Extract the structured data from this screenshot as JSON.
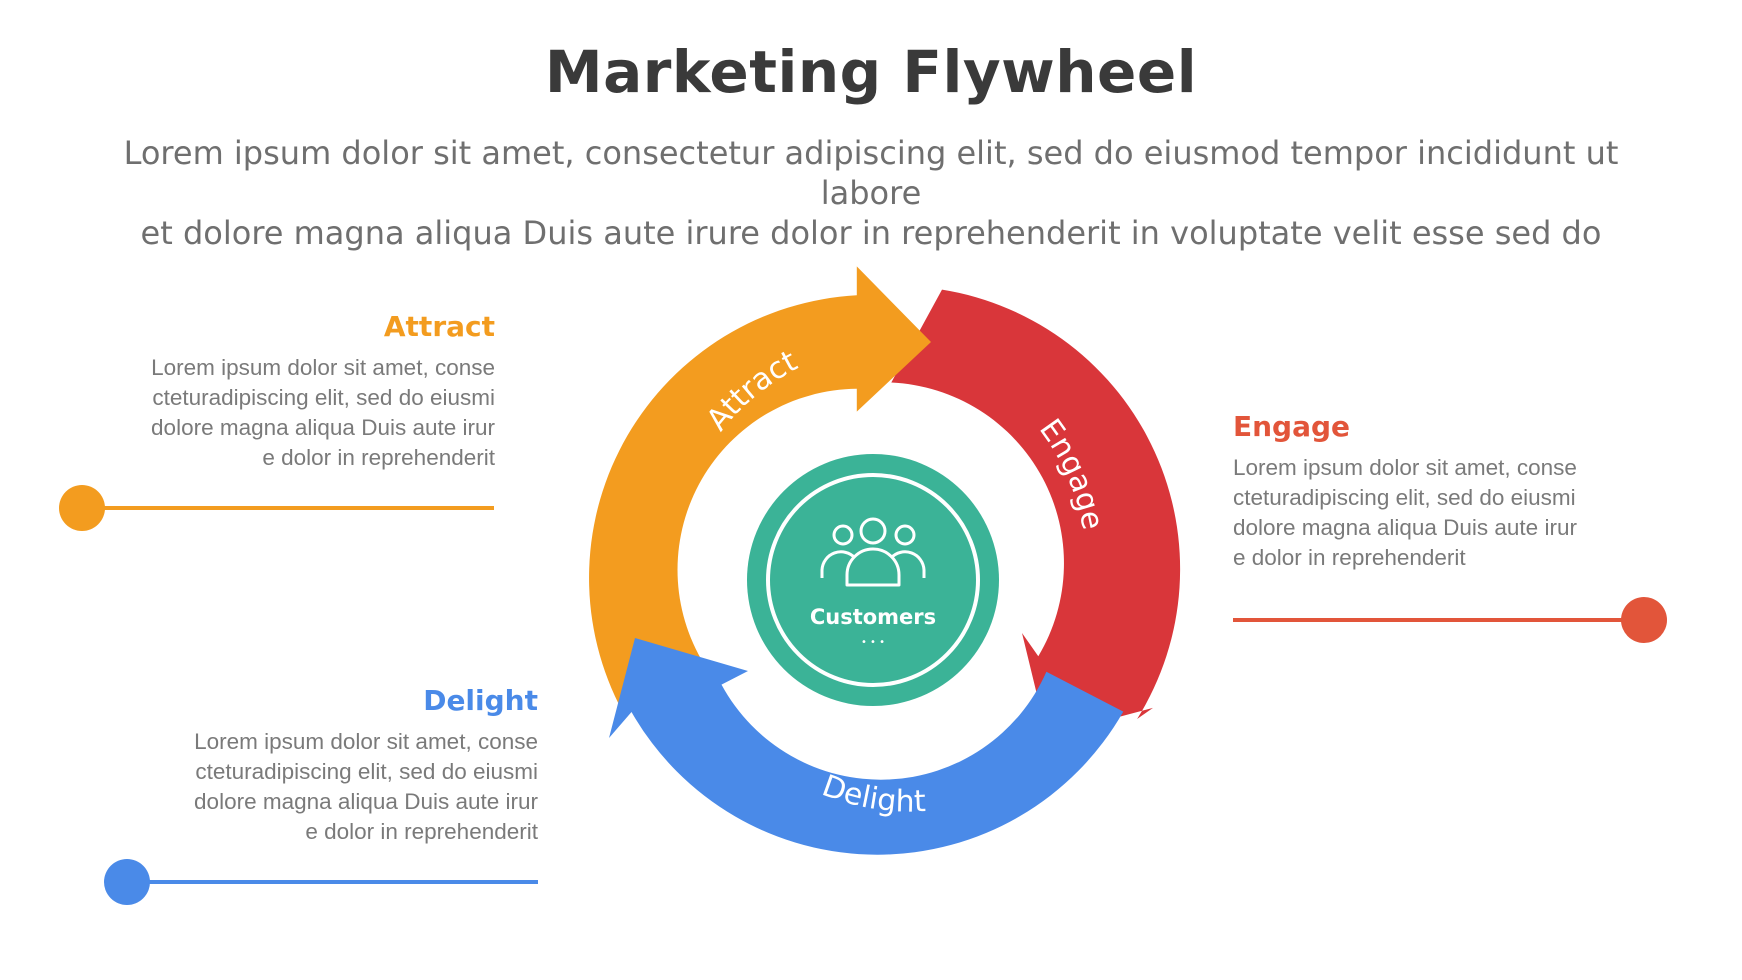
{
  "title": "Marketing Flywheel",
  "subtitle": {
    "line1": "Lorem ipsum dolor sit amet, consectetur adipiscing elit, sed do eiusmod tempor incididunt ut labore",
    "line2": "et dolore magna aliqua Duis aute irure dolor in reprehenderit in voluptate velit esse sed do"
  },
  "colors": {
    "attract": "#f39c1f",
    "engage": "#d9363a",
    "delight": "#4a8ae8",
    "center": "#3bb397",
    "engage_title": "#e2553a"
  },
  "center": {
    "icon": "people-group-icon",
    "label": "Customers",
    "dots": "• • •"
  },
  "stages": {
    "attract": {
      "arc_label": "Attract",
      "title": "Attract",
      "desc": [
        "Lorem ipsum dolor sit amet, conse",
        "cteturadipiscing elit, sed do eiusmi",
        "dolore magna aliqua Duis aute irur",
        "e dolor in reprehenderit"
      ]
    },
    "engage": {
      "arc_label": "Engage",
      "title": "Engage",
      "desc": [
        "Lorem ipsum dolor sit amet, conse",
        "cteturadipiscing elit, sed do eiusmi",
        "dolore magna aliqua Duis aute irur",
        "e dolor in reprehenderit"
      ]
    },
    "delight": {
      "arc_label": "Delight",
      "title": "Delight",
      "desc": [
        "Lorem ipsum dolor sit amet, conse",
        "cteturadipiscing elit, sed do eiusmi",
        "dolore magna aliqua Duis aute irur",
        "e dolor in reprehenderit"
      ]
    }
  }
}
